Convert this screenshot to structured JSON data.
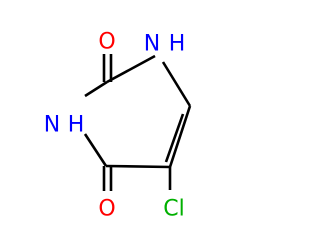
{
  "molecule": {
    "atoms": [
      {
        "id": "O_top",
        "label": "O",
        "color": "#ff0000"
      },
      {
        "id": "NH_right",
        "label": "H",
        "color": "#0000ff"
      },
      {
        "id": "NH_left",
        "label": "H",
        "color": "#0000ff"
      },
      {
        "id": "O_bottom",
        "label": "O",
        "color": "#ff0000"
      },
      {
        "id": "Cl",
        "label": "Cl",
        "color": "#00b000"
      }
    ],
    "nitrogen_label": "N",
    "bond_color": "#000000"
  }
}
